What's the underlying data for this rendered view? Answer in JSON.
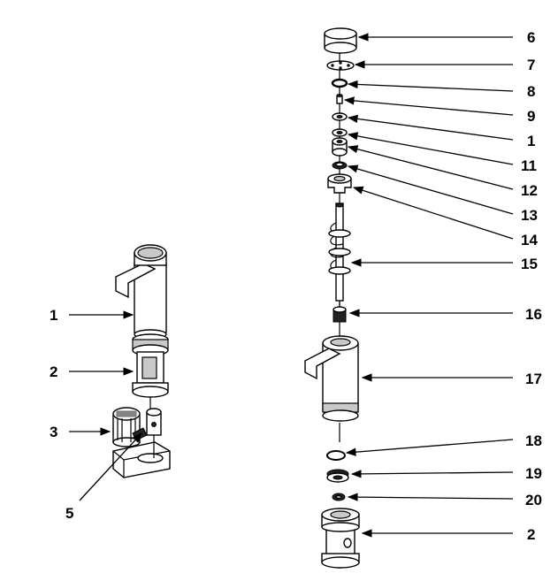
{
  "callouts": {
    "left_1": "1",
    "left_2": "2",
    "left_3": "3",
    "left_5": "5",
    "right_6": "6",
    "right_7": "7",
    "right_8": "8",
    "right_9": "9",
    "right_1": "1",
    "right_11": "11",
    "right_12": "12",
    "right_13": "13",
    "right_14": "14",
    "right_15": "15",
    "right_16": "16",
    "right_17": "17",
    "right_18": "18",
    "right_19": "19",
    "right_20": "20",
    "right_2": "2"
  }
}
